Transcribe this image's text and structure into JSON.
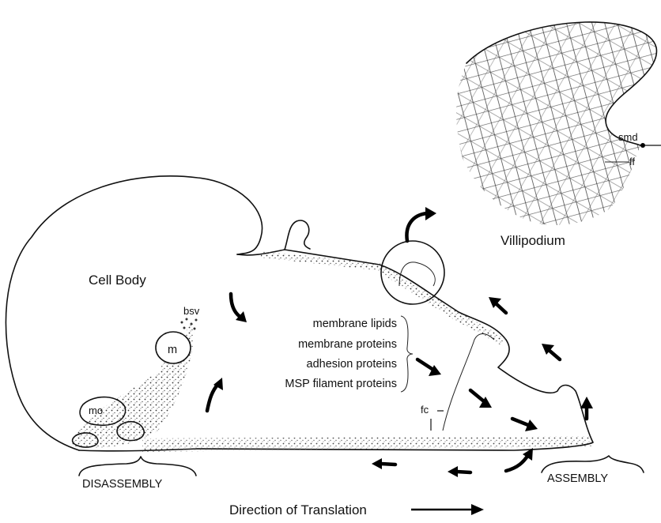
{
  "labels": {
    "cell_body": "Cell Body",
    "bsv": "bsv",
    "m": "m",
    "mo": "mo",
    "fc": "fc",
    "smd": "smd",
    "ff": "ff",
    "villipodium": "Villipodium",
    "disassembly": "DISASSEMBLY",
    "assembly": "ASSEMBLY",
    "direction": "Direction of Translation"
  },
  "components": [
    "membrane lipids",
    "membrane proteins",
    "adhesion proteins",
    "MSP filament proteins"
  ],
  "colors": {
    "ink": "#111111",
    "background": "#ffffff"
  }
}
